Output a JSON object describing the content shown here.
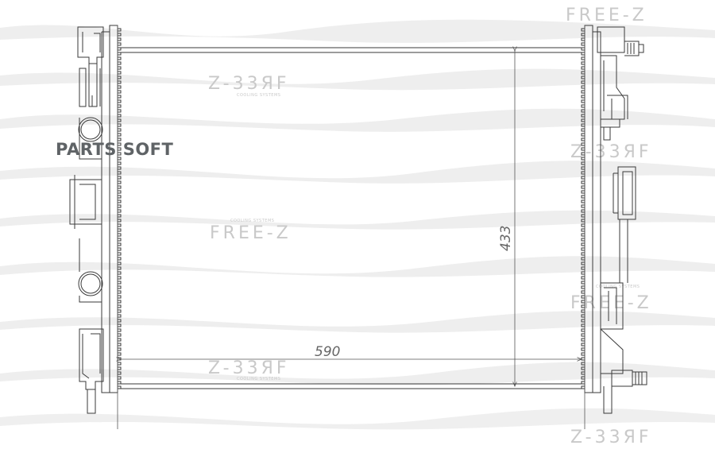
{
  "watermark": {
    "brand": "FREE-Z",
    "brand_mirrored": "Z-33ЯF",
    "tagline": "COOLING SYSTEMS"
  },
  "labels": {
    "source": "PARTS SOFT"
  },
  "dimensions": {
    "width_label": "590",
    "height_label": "433"
  },
  "colors": {
    "line": "#3a3a3a",
    "watermark": "#c8c8c8",
    "wave": "#e9e9e9"
  }
}
